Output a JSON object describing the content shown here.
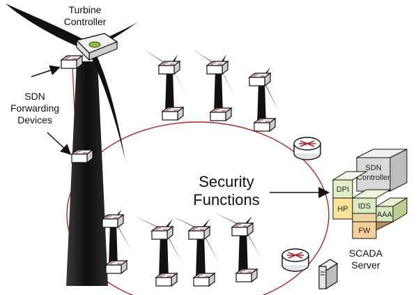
{
  "labels": {
    "turbine_controller_line1": "Turbine",
    "turbine_controller_line2": "Controller",
    "sdn_fwd_line1": "SDN",
    "sdn_fwd_line2": "Forwarding",
    "sdn_fwd_line3": "Devices",
    "security_line1": "Security",
    "security_line2": "Functions",
    "scada_line1": "SCADA",
    "scada_line2": "Server"
  },
  "security_stack": {
    "sdn_controller_line1": "SDN",
    "sdn_controller_line2": "Controller",
    "dpi": "DPI",
    "ids": "IDS",
    "aaa": "AAA",
    "hp": "HP",
    "fw": "FW"
  },
  "colors": {
    "ring": "#b22222",
    "link": "#c0392b",
    "dpi_fill": "#e3efc6",
    "ids_fill": "#ddebc4",
    "aaa_fill": "#d6e6bd",
    "hp_fill": "#fbe39a",
    "fw_fill": "#f8cf9a",
    "controller_fill": "#d9d9d9"
  }
}
